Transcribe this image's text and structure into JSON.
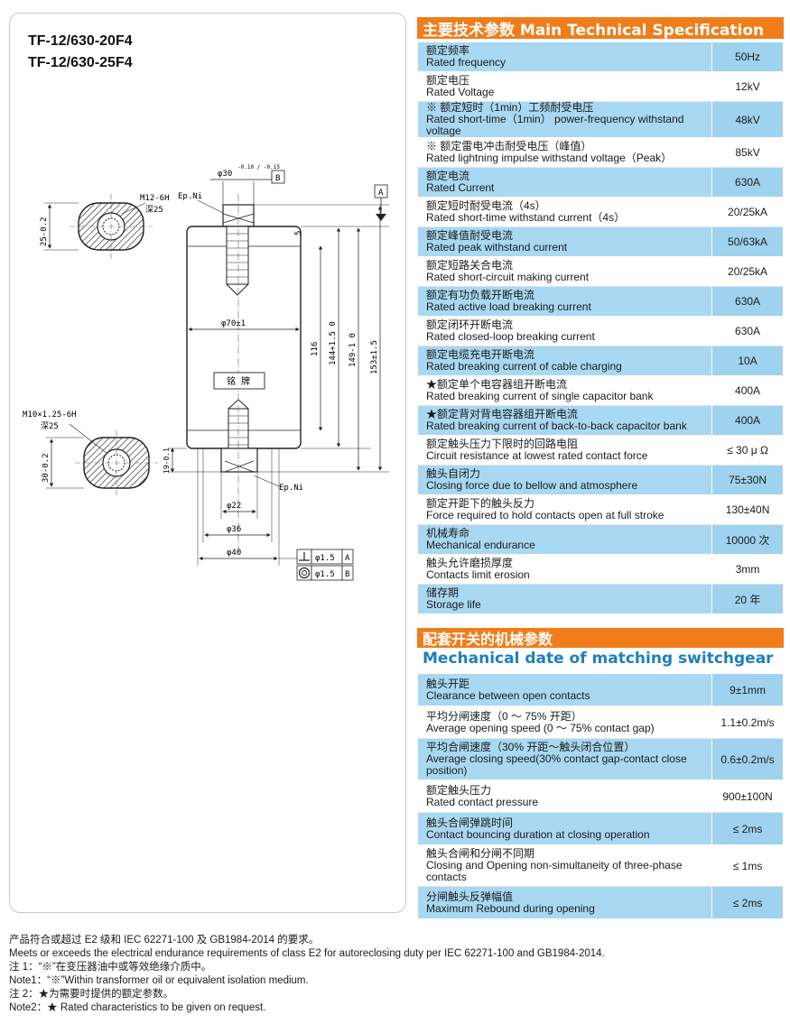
{
  "models": [
    "TF-12/630-20F4",
    "TF-12/630-25F4"
  ],
  "drawing": {
    "labels": {
      "shaft_top": "φ30",
      "shaft_top_tol": "-0.10 / -0.15",
      "datum_b": "B",
      "datum_a": "A",
      "ep_ni_top": "Ep.Ni",
      "ep_ni_bottom": "Ep.Ni",
      "thread_top": "M12-6H",
      "depth_top": "深25",
      "thread_bottom": "M10×1.25-6H",
      "depth_bottom": "深25",
      "dim_25": "25-0.2",
      "dim_30": "30-0.2",
      "dim_19": "19-0.1",
      "dim_5": "5",
      "dim_116": "116",
      "dim_144": "144+1.5 0",
      "dim_149": "149-1 0",
      "dim_153": "153±1.5",
      "dia_70": "φ70±1",
      "nameplate": "铭 牌",
      "dia_22": "φ22",
      "dia_36": "φ36",
      "dia_40": "φ40",
      "tol_perp_value": "φ1.5",
      "tol_perp_datum": "A",
      "tol_conc_value": "φ1.5",
      "tol_conc_datum": "B"
    }
  },
  "main_spec": {
    "title": "主要技术参数 Main Technical Specification",
    "rows": [
      {
        "cn": "额定频率",
        "en": "Rated frequency",
        "value": "50Hz"
      },
      {
        "cn": "额定电压",
        "en": "Rated Voltage",
        "value": "12kV"
      },
      {
        "cn": "※ 额定短时（1min）工频耐受电压",
        "en": "Rated short-time（1min） power-frequency withstand voltage",
        "value": "48kV"
      },
      {
        "cn": "※ 额定雷电冲击耐受电压（峰值）",
        "en": "Rated lightning impulse  withstand voltage（Peak）",
        "value": "85kV"
      },
      {
        "cn": "额定电流",
        "en": "Rated Current",
        "value": "630A"
      },
      {
        "cn": "额定短时耐受电流（4s）",
        "en": "Rated short-time withstand current（4s）",
        "value": "20/25kA"
      },
      {
        "cn": "额定峰值耐受电流",
        "en": "Rated peak withstand current",
        "value": "50/63kA"
      },
      {
        "cn": "额定短路关合电流",
        "en": "Rated short-circuit making current",
        "value": "20/25kA"
      },
      {
        "cn": "额定有功负载开断电流",
        "en": "Rated active load breaking current",
        "value": "630A"
      },
      {
        "cn": "额定闭环开断电流",
        "en": "Rated closed-loop breaking current",
        "value": "630A"
      },
      {
        "cn": "额定电缆充电开断电流",
        "en": "Rated breaking current of cable charging",
        "value": "10A"
      },
      {
        "cn": "★额定单个电容器组开断电流",
        "en": "Rated breaking current of single capacitor bank",
        "value": "400A"
      },
      {
        "cn": "★额定背对背电容器组开断电流",
        "en": "Rated breaking current of back-to-back capacitor bank",
        "value": "400A"
      },
      {
        "cn": "额定触头压力下限时的回路电阻",
        "en": "Circuit resistance at lowest rated contact force",
        "value": "≤ 30 μ Ω"
      },
      {
        "cn": "触头自闭力",
        "en": "Closing force due to bellow and atmosphere",
        "value": "75±30N"
      },
      {
        "cn": "额定开距下的触头反力",
        "en": "Force required to hold contacts open at full stroke",
        "value": "130±40N"
      },
      {
        "cn": "机械寿命",
        "en": "Mechanical endurance",
        "value": "10000 次"
      },
      {
        "cn": "触头允许磨损厚度",
        "en": "Contacts limit erosion",
        "value": "3mm"
      },
      {
        "cn": "储存期",
        "en": "Storage life",
        "value": "20 年"
      }
    ]
  },
  "mech_spec": {
    "title": "配套开关的机械参数",
    "subtitle": "Mechanical date of matching switchgear",
    "rows": [
      {
        "cn": "触头开距",
        "en": "Clearance between open contacts",
        "value": "9±1mm"
      },
      {
        "cn": "平均分闸速度（0 ～ 75% 开距）",
        "en": "Average opening speed (0 ～ 75% contact gap)",
        "value": "1.1±0.2m/s"
      },
      {
        "cn": "平均合闸速度（30% 开距～触头闭合位置）",
        "en": "Average closing speed(30% contact gap-contact close position)",
        "value": "0.6±0.2m/s"
      },
      {
        "cn": "额定触头压力",
        "en": "Rated contact pressure",
        "value": "900±100N"
      },
      {
        "cn": "触头合闸弹跳时间",
        "en": "Contact bouncing duration at closing operation",
        "value": "≤ 2ms"
      },
      {
        "cn": "触头合闸和分闸不同期",
        "en": "Closing and Opening non-simultaneity of three-phase contacts",
        "value": "≤ 1ms"
      },
      {
        "cn": "分闸触头反弹幅值",
        "en": "Maximum Rebound during opening",
        "value": "≤ 2ms"
      }
    ]
  },
  "notes": [
    "产品符合或超过 E2 级和 IEC 62271-100 及 GB1984-2014 的要求。",
    "Meets or exceeds the electrical endurance requirements of class E2 for autoreclosing duty per IEC 62271-100 and GB1984-2014.",
    "注 1：“※”在变压器油中或等效绝缘介质中。",
    "Note1：“※”Within transformer oil or equivalent isolation medium.",
    "注 2：★为需要时提供的额定参数。",
    "Note2：★ Rated characteristics to be given on request."
  ]
}
